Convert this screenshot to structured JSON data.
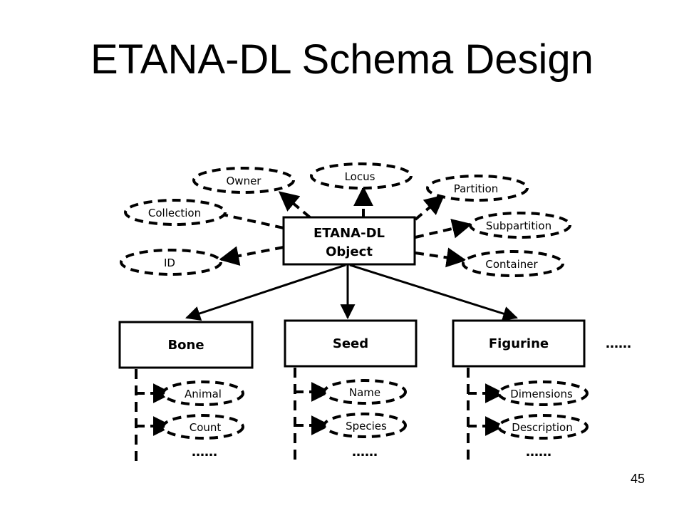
{
  "title": "ETANA-DL Schema Design",
  "page_number": "45",
  "center_object": {
    "line1": "ETANA-DL",
    "line2": "Object"
  },
  "attributes": {
    "owner": "Owner",
    "locus": "Locus",
    "partition": "Partition",
    "collection": "Collection",
    "subpartition": "Subpartition",
    "id": "ID",
    "container": "Container"
  },
  "subclasses": {
    "bone": {
      "label": "Bone",
      "attr1": "Animal",
      "attr2": "Count",
      "more": "……"
    },
    "seed": {
      "label": "Seed",
      "attr1": "Name",
      "attr2": "Species",
      "more": "……"
    },
    "figurine": {
      "label": "Figurine",
      "attr1": "Dimensions",
      "attr2": "Description",
      "more": "……"
    }
  },
  "more_classes": "……"
}
